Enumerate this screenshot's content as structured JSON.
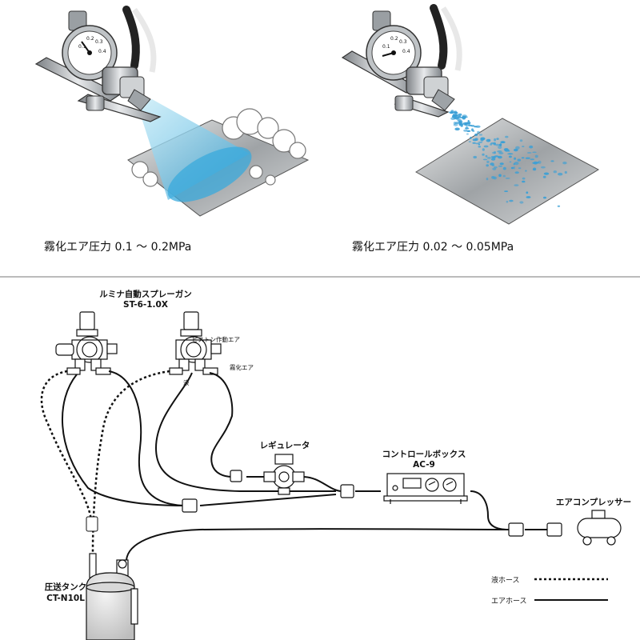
{
  "top_panels": {
    "left_caption": "霧化エア圧力 0.1 ～ 0.2MPa",
    "right_caption": "霧化エア圧力 0.02 ～ 0.05MPa"
  },
  "system": {
    "spray_gun_title": "ルミナ自動スプレーガン",
    "spray_gun_model": "ST-6-1.0X",
    "piston_air_label": "ピストン作動エア",
    "atomizing_air_label": "霧化エア",
    "liquid_label": "液",
    "regulator_label": "レギュレータ",
    "control_box_title": "コントロールボックス",
    "control_box_model": "AC-9",
    "compressor_label": "エアコンプレッサー",
    "tank_title": "圧送タンク",
    "tank_model": "CT-N10L"
  },
  "legend": {
    "liquid_hose": "液ホース",
    "air_hose": "エアホース"
  },
  "gauge_ticks": [
    "0.1",
    "0.2",
    "0.3",
    "0.4"
  ]
}
